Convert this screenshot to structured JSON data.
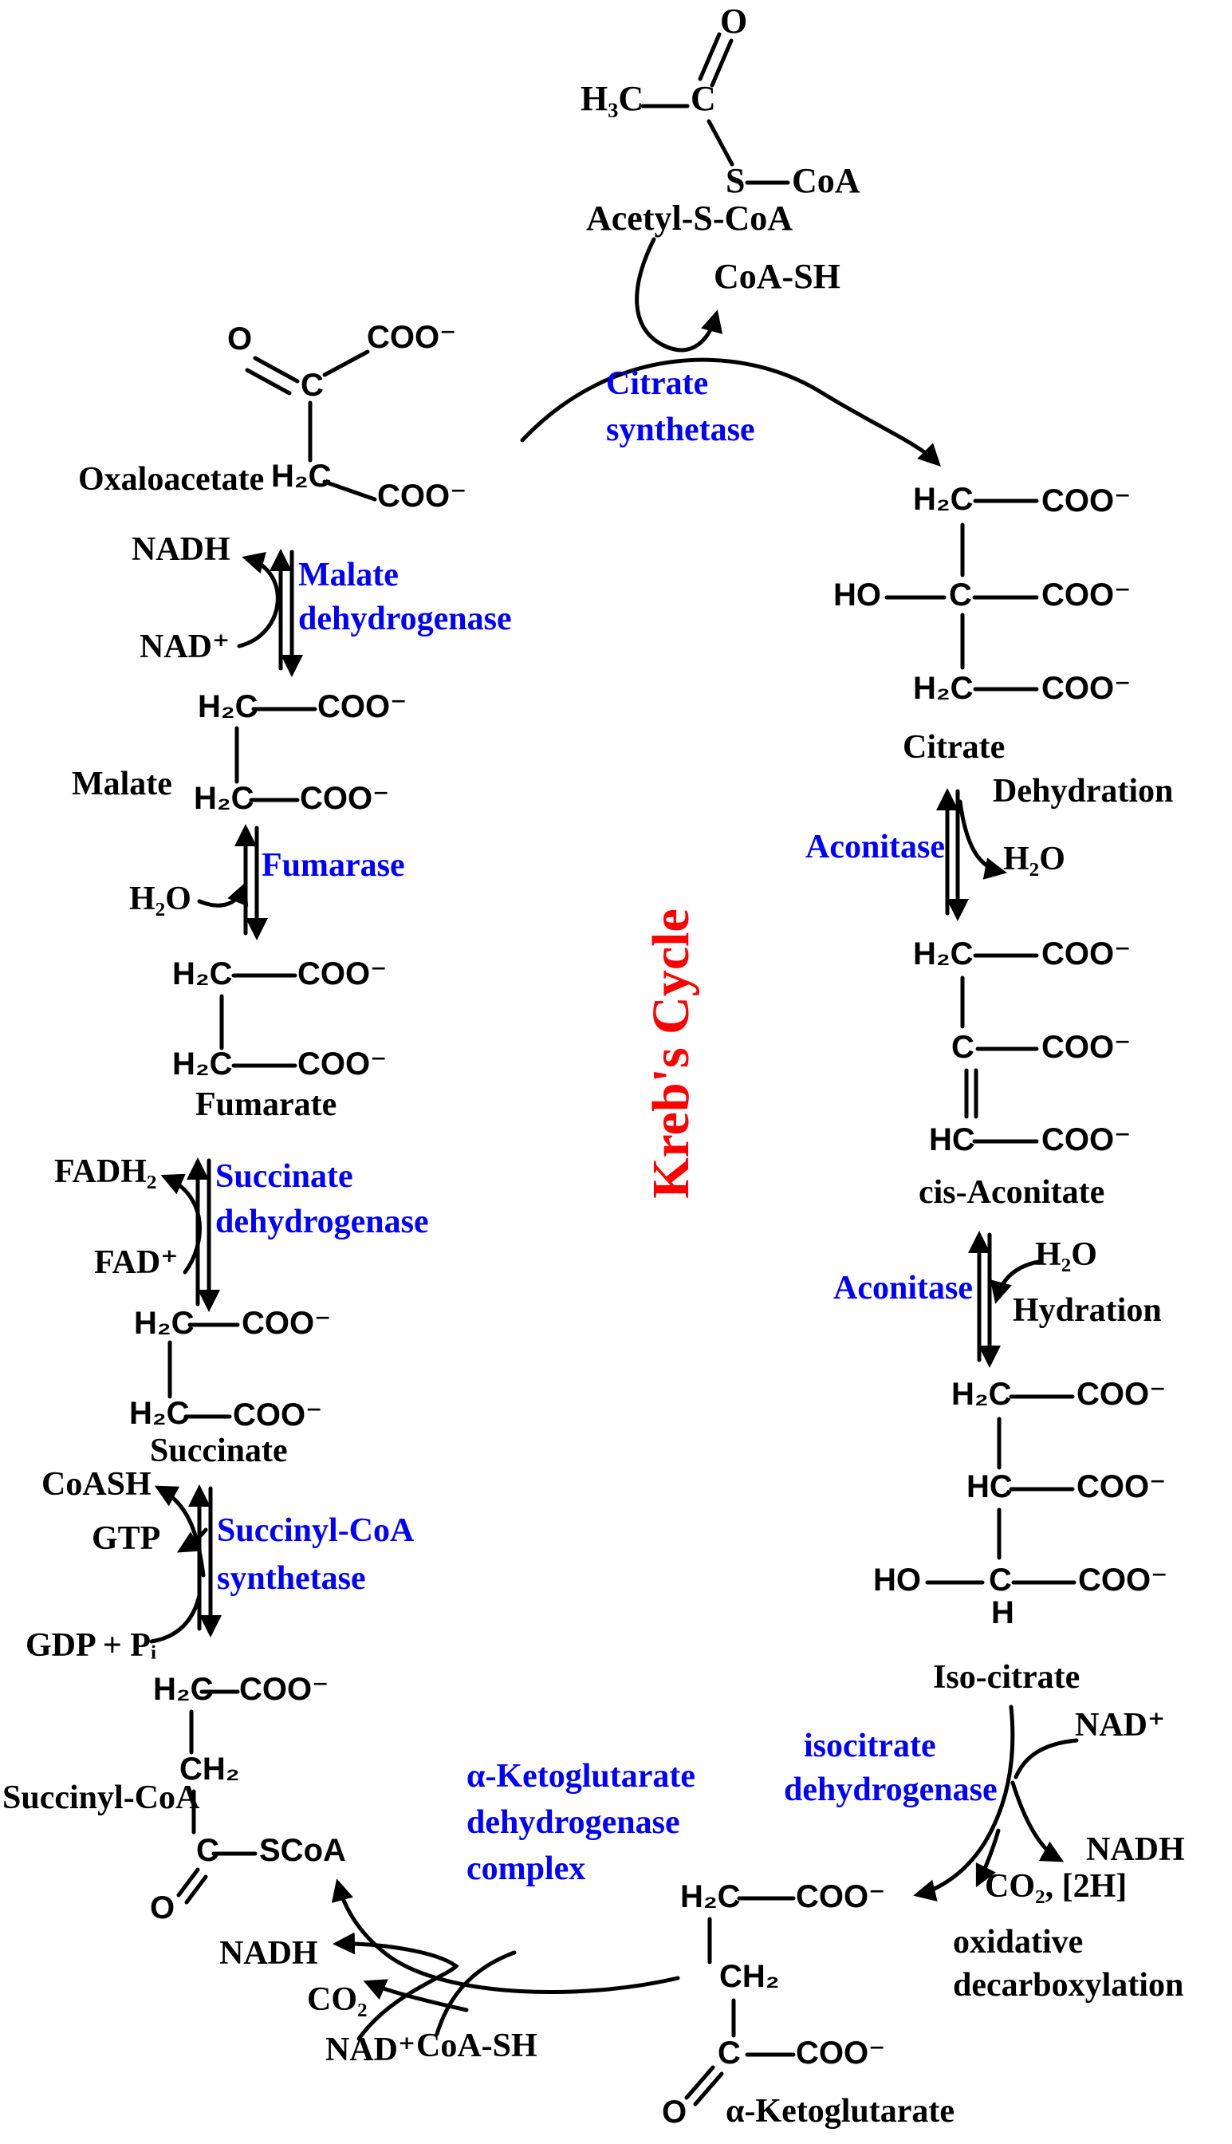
{
  "title": {
    "text": "Kreb's Cycle"
  },
  "colors": {
    "enzyme": "#0000ff",
    "title": "#ff0000",
    "structure": "#000000",
    "background": "#ffffff"
  },
  "acetyl_coa": {
    "label": "Acetyl-S-CoA",
    "o": "O",
    "h3c": "H₃C",
    "c": "C",
    "s": "S",
    "coa": "CoA"
  },
  "citrate_synthetase": {
    "line1": "Citrate",
    "line2": "synthetase",
    "coa_sh": "CoA-SH"
  },
  "oxaloacetate": {
    "label": "Oxaloacetate",
    "o": "O",
    "coo_top": "COO⁻",
    "c": "C",
    "h2c": "H₂C",
    "coo_bottom": "COO⁻"
  },
  "malate_dehydrogenase": {
    "line1": "Malate",
    "line2": "dehydrogenase",
    "nadh": "NADH",
    "nad": "NAD⁺"
  },
  "malate": {
    "label": "Malate",
    "h2c_top": "H₂C",
    "coo_top": "COO⁻",
    "h2c_bottom": "H₂C",
    "coo_bottom": "COO⁻"
  },
  "fumarase": {
    "enzyme": "Fumarase",
    "h2o": "H₂O"
  },
  "fumarate": {
    "label": "Fumarate",
    "h2c_top": "H₂C",
    "coo_top": "COO⁻",
    "h2c_bottom": "H₂C",
    "coo_bottom": "COO⁻"
  },
  "succinate_dehydrogenase": {
    "line1": "Succinate",
    "line2": "dehydrogenase",
    "fadh2": "FADH₂",
    "fad": "FAD⁺"
  },
  "succinate": {
    "label": "Succinate",
    "h2c_top": "H₂C",
    "coo_top": "COO⁻",
    "h2c_bottom": "H₂C",
    "coo_bottom": "COO⁻"
  },
  "succinyl_coa_synthetase": {
    "line1": "Succinyl-CoA",
    "line2": "synthetase",
    "coash": "CoASH",
    "gtp": "GTP",
    "gdp_pi": "GDP + Pᵢ"
  },
  "succinyl_coa": {
    "label": "Succinyl-CoA",
    "h2c": "H₂C",
    "coo": "COO⁻",
    "ch2": "CH₂",
    "c": "C",
    "scoa": "SCoA",
    "o": "O"
  },
  "akg_dehydrogenase": {
    "line1": "α-Ketoglutarate",
    "line2": "dehydrogenase",
    "line3": "complex",
    "nadh": "NADH",
    "co2": "CO₂",
    "nad": "NAD⁺",
    "coa_sh": "CoA-SH"
  },
  "alpha_ketoglutarate": {
    "label": "α-Ketoglutarate",
    "h2c": "H₂C",
    "coo_top": "COO⁻",
    "ch2": "CH₂",
    "c": "C",
    "coo_bottom": "COO⁻",
    "o": "O"
  },
  "isocitrate_dehydrogenase": {
    "line1": "isocitrate",
    "line2": "dehydrogenase",
    "nad": "NAD⁺",
    "nadh": "NADH",
    "co2_2h": "CO₂, [2H]",
    "note1": "oxidative",
    "note2": "decarboxylation"
  },
  "isocitrate": {
    "label": "Iso-citrate",
    "h2c": "H₂C",
    "coo_top": "COO⁻",
    "hc": "HC",
    "coo_mid": "COO⁻",
    "ho": "HO",
    "c": "C",
    "h": "H",
    "coo_bottom": "COO⁻"
  },
  "aconitase_hydration": {
    "enzyme": "Aconitase",
    "h2o": "H₂O",
    "note": "Hydration"
  },
  "cis_aconitate": {
    "label": "cis-Aconitate",
    "h2c": "H₂C",
    "coo_top": "COO⁻",
    "c": "C",
    "coo_mid": "COO⁻",
    "hc": "HC",
    "coo_bottom": "COO⁻"
  },
  "aconitase_dehydration": {
    "enzyme": "Aconitase",
    "h2o": "H₂O",
    "note": "Dehydration"
  },
  "citrate": {
    "label": "Citrate",
    "h2c_top": "H₂C",
    "coo_top": "COO⁻",
    "ho": "HO",
    "c": "C",
    "coo_mid": "COO⁻",
    "h2c_bottom": "H₂C",
    "coo_bottom": "COO⁻"
  }
}
